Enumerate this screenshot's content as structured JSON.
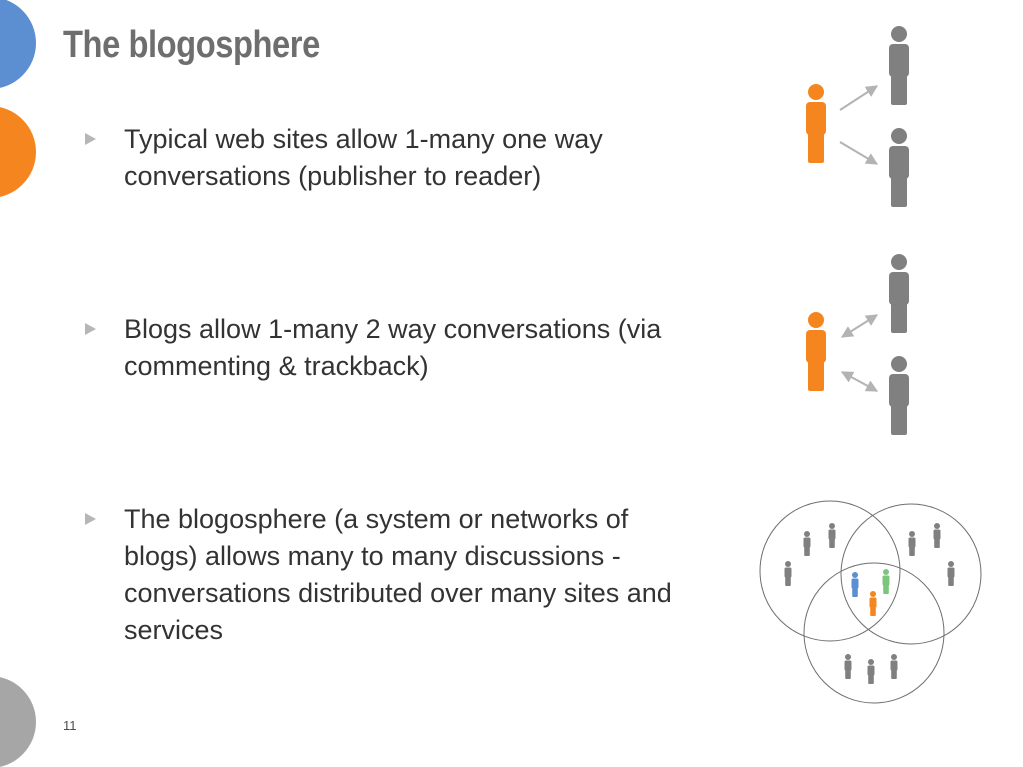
{
  "slide": {
    "title": "The blogosphere",
    "page_number": "11",
    "bullets": [
      {
        "text": "Typical web sites allow 1-many one way conversations (publisher to reader)"
      },
      {
        "text": "Blogs allow 1-many 2 way conversations (via commenting & trackback)"
      },
      {
        "text": "The blogosphere (a system or networks of blogs) allows many to many discussions - conversations distributed over many sites and services"
      }
    ]
  },
  "colors": {
    "orange": "#f5861f",
    "gray_person": "#808080",
    "blue": "#5b8fd2",
    "green": "#7dc47d",
    "title": "#6e6e6e",
    "text": "#333333",
    "arrow": "#b3b3b3"
  },
  "icons": [
    "person-icon",
    "arrow-icon",
    "venn-circles",
    "bullet-triangle-icon"
  ]
}
